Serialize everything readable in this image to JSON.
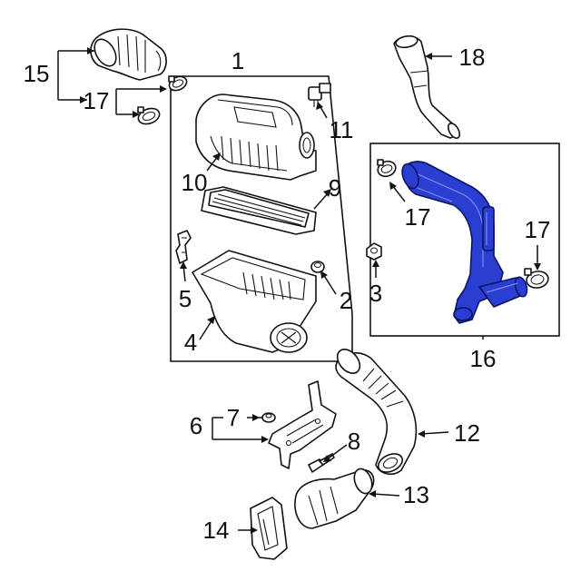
{
  "diagram": {
    "callouts": [
      {
        "id": "c1",
        "label": "1"
      },
      {
        "id": "c2",
        "label": "2"
      },
      {
        "id": "c3",
        "label": "3"
      },
      {
        "id": "c4",
        "label": "4"
      },
      {
        "id": "c5",
        "label": "5"
      },
      {
        "id": "c6",
        "label": "6"
      },
      {
        "id": "c7",
        "label": "7"
      },
      {
        "id": "c8",
        "label": "8"
      },
      {
        "id": "c9",
        "label": "9"
      },
      {
        "id": "c10",
        "label": "10"
      },
      {
        "id": "c11",
        "label": "11"
      },
      {
        "id": "c12",
        "label": "12"
      },
      {
        "id": "c13",
        "label": "13"
      },
      {
        "id": "c14",
        "label": "14"
      },
      {
        "id": "c15",
        "label": "15"
      },
      {
        "id": "c16",
        "label": "16"
      },
      {
        "id": "c17a",
        "label": "17"
      },
      {
        "id": "c17b",
        "label": "17"
      },
      {
        "id": "c17c",
        "label": "17"
      },
      {
        "id": "c18",
        "label": "18"
      }
    ],
    "highlight_color": "#2a3fd1"
  }
}
